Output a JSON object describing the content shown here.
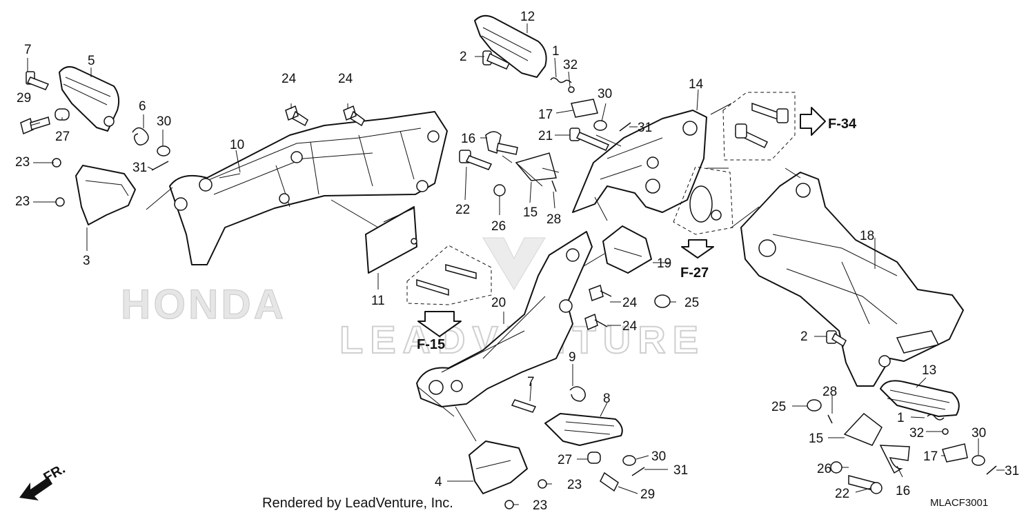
{
  "diagram": {
    "code": "MLACF3001",
    "credit": "Rendered by LeadVenture, Inc.",
    "direction_label": "FR.",
    "watermark_brand": "HONDA",
    "watermark_text": "LEADVENTURE",
    "refs": [
      "F-34",
      "F-27",
      "F-15"
    ],
    "callouts": [
      "7",
      "5",
      "29",
      "27",
      "6",
      "30",
      "23",
      "23",
      "31",
      "3",
      "10",
      "24",
      "24",
      "11",
      "12",
      "2",
      "1",
      "32",
      "30",
      "17",
      "31",
      "21",
      "16",
      "22",
      "26",
      "15",
      "28",
      "14",
      "19",
      "24",
      "25",
      "24",
      "20",
      "18",
      "2",
      "13",
      "25",
      "28",
      "1",
      "32",
      "15",
      "30",
      "17",
      "16",
      "26",
      "22",
      "31",
      "9",
      "7",
      "8",
      "27",
      "30",
      "31",
      "4",
      "23",
      "23",
      "29"
    ]
  }
}
